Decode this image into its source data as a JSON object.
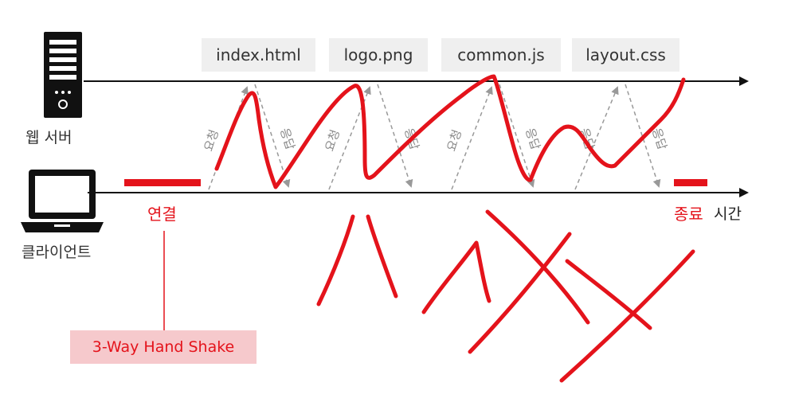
{
  "labels": {
    "server": "웹 서버",
    "client": "클라이언트",
    "connect": "연결",
    "end": "종료",
    "time": "시간",
    "handshake": "3-Way Hand Shake",
    "request": "요청",
    "response": "응답"
  },
  "files": [
    "index.html",
    "logo.png",
    "common.js",
    "layout.css"
  ],
  "icons": {
    "server": "server-icon",
    "client": "laptop-icon"
  },
  "colors": {
    "accent": "#e4131b",
    "arrow": "#999999",
    "line": "#111111",
    "handshake_bg": "#f6c9cc"
  }
}
